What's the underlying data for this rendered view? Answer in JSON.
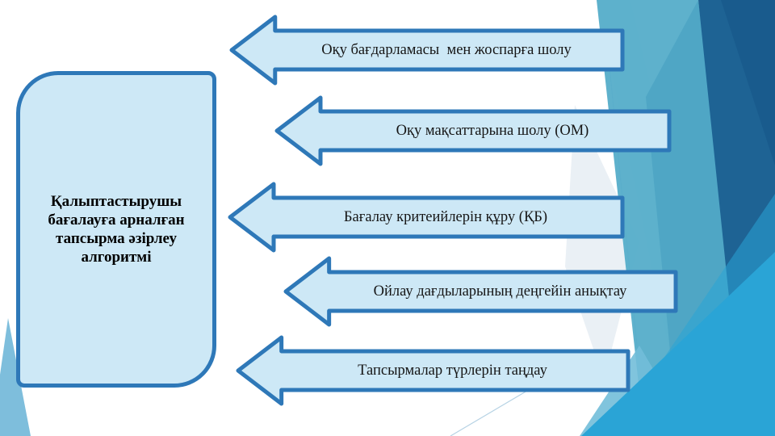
{
  "panel": {
    "title": "Қалыптастырушы бағалауға арналған тапсырма әзірлеу алгоритмі"
  },
  "steps": [
    {
      "label": "Оқу бағдарламасы  мен жоспарға шолу"
    },
    {
      "label": "Оқу мақсаттарына шолу (ОМ)"
    },
    {
      "label": "Бағалау критеийлерін құру (ҚБ)"
    },
    {
      "label": "Ойлау дағдыларының деңгейін анықтау"
    },
    {
      "label": "Тапсырмалар түрлерін таңдау"
    }
  ],
  "colors": {
    "shape_fill": "#cde8f6",
    "shape_border": "#2e78b8",
    "facet_teal": "#55adc9",
    "facet_dark_blue": "#1e6394",
    "facet_cyan": "#2aa4d6",
    "facet_pale": "#d9e3ed",
    "bottom_left_wedge": "#7ebedc",
    "text": "#000000"
  }
}
